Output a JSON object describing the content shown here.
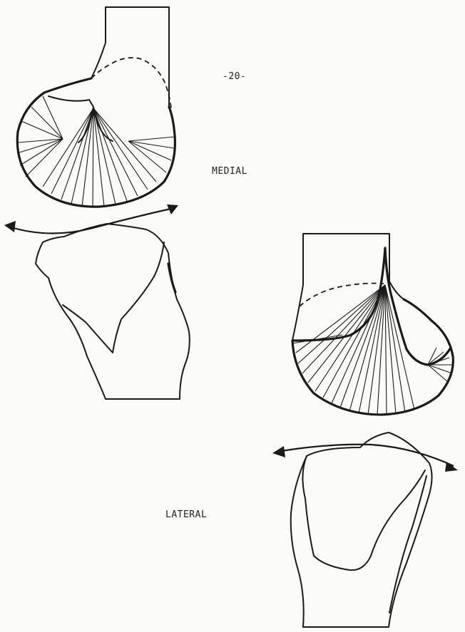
{
  "page_number": "-20-",
  "labels": {
    "medial": "MEDIAL",
    "lateral": "LATERAL"
  },
  "colors": {
    "ink": "#1a1a1a",
    "paper": "#fbfbf8"
  }
}
